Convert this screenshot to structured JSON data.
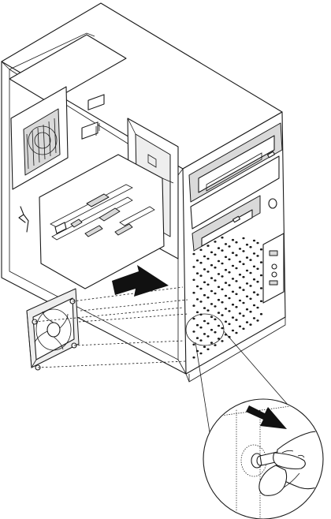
{
  "figure": {
    "kind": "line-art installation diagram",
    "colors": {
      "line": "#1a1a1a",
      "panel": "#d9d9d9",
      "arrow": "#111111",
      "background": "#ffffff"
    },
    "parts": [
      "computer-chassis",
      "optical-drive",
      "diskette-drive",
      "front-io-panel",
      "power-supply",
      "system-board",
      "rear-system-fan",
      "push-arrow",
      "pull-arrow",
      "fan-mount-detail-callout",
      "hand"
    ]
  }
}
